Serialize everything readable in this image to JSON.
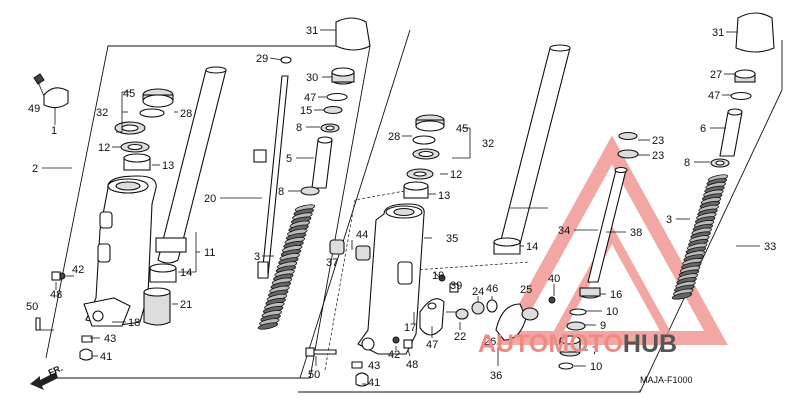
{
  "diagram_code": "MAJA-F1000",
  "direction_arrow": "FR.",
  "watermark": {
    "part1": "AUTOMOTO",
    "part2": "HUB",
    "color_accent": "#f08a85",
    "color_text": "#555555"
  },
  "callouts_left": {
    "c31": "31",
    "c49": "49",
    "c1": "1",
    "c45": "45",
    "c32": "32",
    "c28": "28",
    "c12": "12",
    "c13": "13",
    "c2": "2",
    "c42": "42",
    "c48": "48",
    "c43": "43",
    "c50": "50",
    "c18": "18",
    "c41": "41",
    "c29": "29",
    "c30": "30",
    "c47": "47",
    "c15": "15",
    "c8": "8",
    "c5": "5",
    "c20": "20",
    "c8b": "8",
    "c11": "11",
    "c14": "14",
    "c21": "21",
    "c3": "3"
  },
  "callouts_mid": {
    "c28": "28",
    "c45": "45",
    "c32": "32",
    "c12": "12",
    "c13": "13",
    "c44": "44",
    "c37": "37",
    "c35": "35",
    "c14": "14",
    "c19": "19",
    "c39": "39",
    "c24": "24",
    "c46": "46",
    "c25": "25",
    "c40": "40",
    "c17": "17",
    "c22": "22",
    "c47": "47",
    "c42": "42",
    "c48": "48",
    "c26": "26",
    "c36": "36",
    "c50": "50",
    "c43": "43",
    "c41": "41"
  },
  "callouts_right": {
    "c31": "31",
    "c27": "27",
    "c47": "47",
    "c6": "6",
    "c23a": "23",
    "c23b": "23",
    "c8": "8",
    "c34": "34",
    "c38": "38",
    "c3": "3",
    "c33": "33",
    "c16": "16",
    "c10a": "10",
    "c9": "9",
    "c7": "7",
    "c10b": "10"
  }
}
